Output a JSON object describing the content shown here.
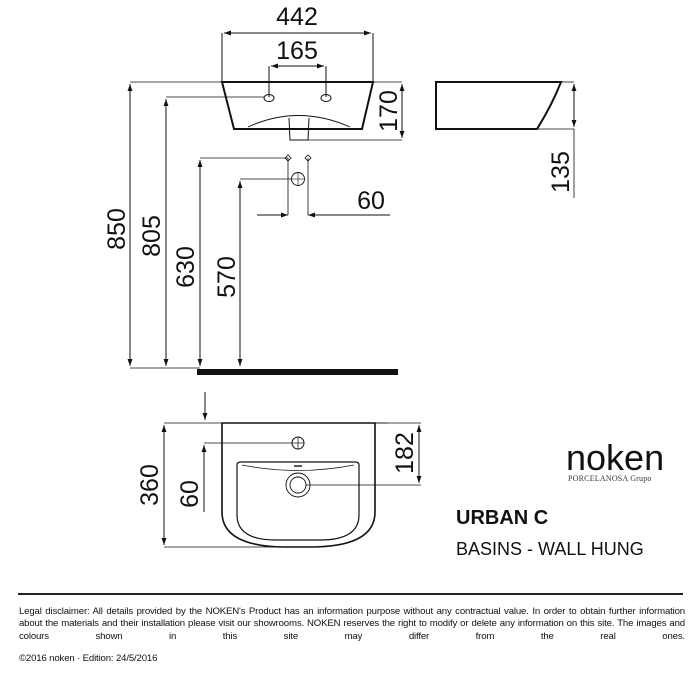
{
  "product": {
    "brand": "noken",
    "brand_group": "PORCELANOSA Grupo",
    "name": "URBAN C",
    "category": "BASINS - WALL HUNG"
  },
  "dimensions": {
    "width_overall": "442",
    "tap_hole_spacing": "165",
    "basin_height_front": "170",
    "basin_height_side": "135",
    "rim_height_floor": "850",
    "tap_height_floor": "805",
    "supply_height_floor": "630",
    "waste_height_floor": "570",
    "supply_spacing": "60",
    "depth_overall": "360",
    "tap_hole_from_wall": "60",
    "waste_from_wall": "182"
  },
  "footer": {
    "legal": "Legal disclaimer: All details provided by the NOKEN's Product has an information purpose without any contractual value. In order to obtain further information about the materials and their installation please visit our showrooms. NOKEN reserves the right to modify or delete any information on this site. The images and colours shown in this site may differ from the real ones.",
    "copyright": "©2016 noken · Edition: 24/5/2016"
  }
}
